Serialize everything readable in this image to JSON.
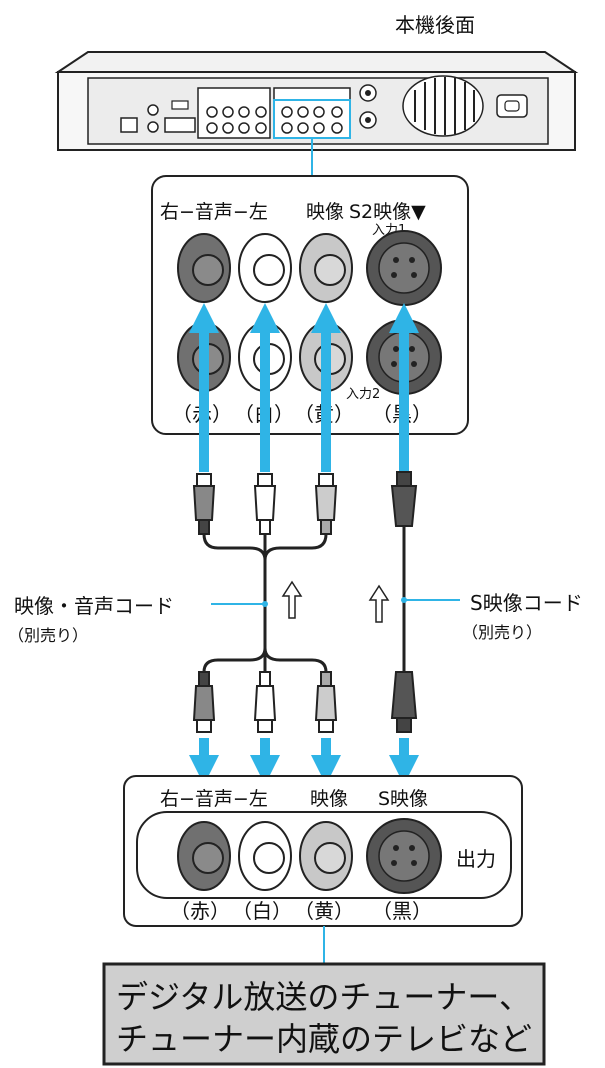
{
  "header": {
    "device_rear_label": "本機後面"
  },
  "input_panel": {
    "label_audio": "右−音声−左",
    "label_video": "映像",
    "label_s2_video": "S2映像▼",
    "label_input1": "入力1",
    "label_input2": "入力2",
    "color_labels": [
      "（赤）",
      "（白）",
      "（黄）",
      "（黒）"
    ]
  },
  "cables": {
    "av_cord_label": "映像・音声コード",
    "av_cord_note": "（別売り）",
    "s_cord_label": "S映像コード",
    "s_cord_note": "（別売り）"
  },
  "output_panel": {
    "label_audio": "右−音声−左",
    "label_video": "映像",
    "label_s_video": "S映像",
    "label_output": "出力",
    "color_labels": [
      "（赤）",
      "（白）",
      "（黄）",
      "（黒）"
    ]
  },
  "target_box": {
    "line1": "デジタル放送のチューナー、",
    "line2": "チューナー内蔵のテレビなど"
  },
  "colors": {
    "signal_blue": "#2fb4e6",
    "target_box_fill": "#cfcfcf",
    "jack_red": "#707070",
    "jack_white": "#ffffff",
    "jack_yellow": "#c8c8c8",
    "jack_black": "#555555"
  }
}
